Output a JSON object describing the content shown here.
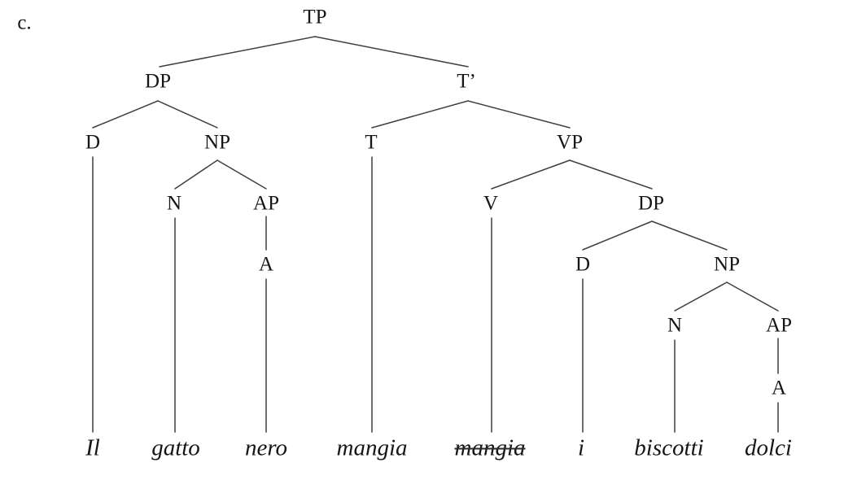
{
  "figure": {
    "item_label": "c."
  },
  "colors": {
    "ink": "#161616",
    "line": "#3f3f3f",
    "background": "#ffffff"
  },
  "tree": {
    "nodes": {
      "tp": "TP",
      "dp1": "DP",
      "tbar": "T’",
      "d1": "D",
      "np1": "NP",
      "t": "T",
      "vp": "VP",
      "n1": "N",
      "ap1": "AP",
      "v": "V",
      "dp2": "DP",
      "a1": "A",
      "d2": "D",
      "np2": "NP",
      "n2": "N",
      "ap2": "AP",
      "a2": "A"
    },
    "leaves": {
      "il": "Il",
      "gatto": "gatto",
      "nero": "nero",
      "mangia": "mangia",
      "mangia_trace": "mangia",
      "i": "i",
      "biscotti": "biscotti",
      "dolci": "dolci"
    }
  }
}
